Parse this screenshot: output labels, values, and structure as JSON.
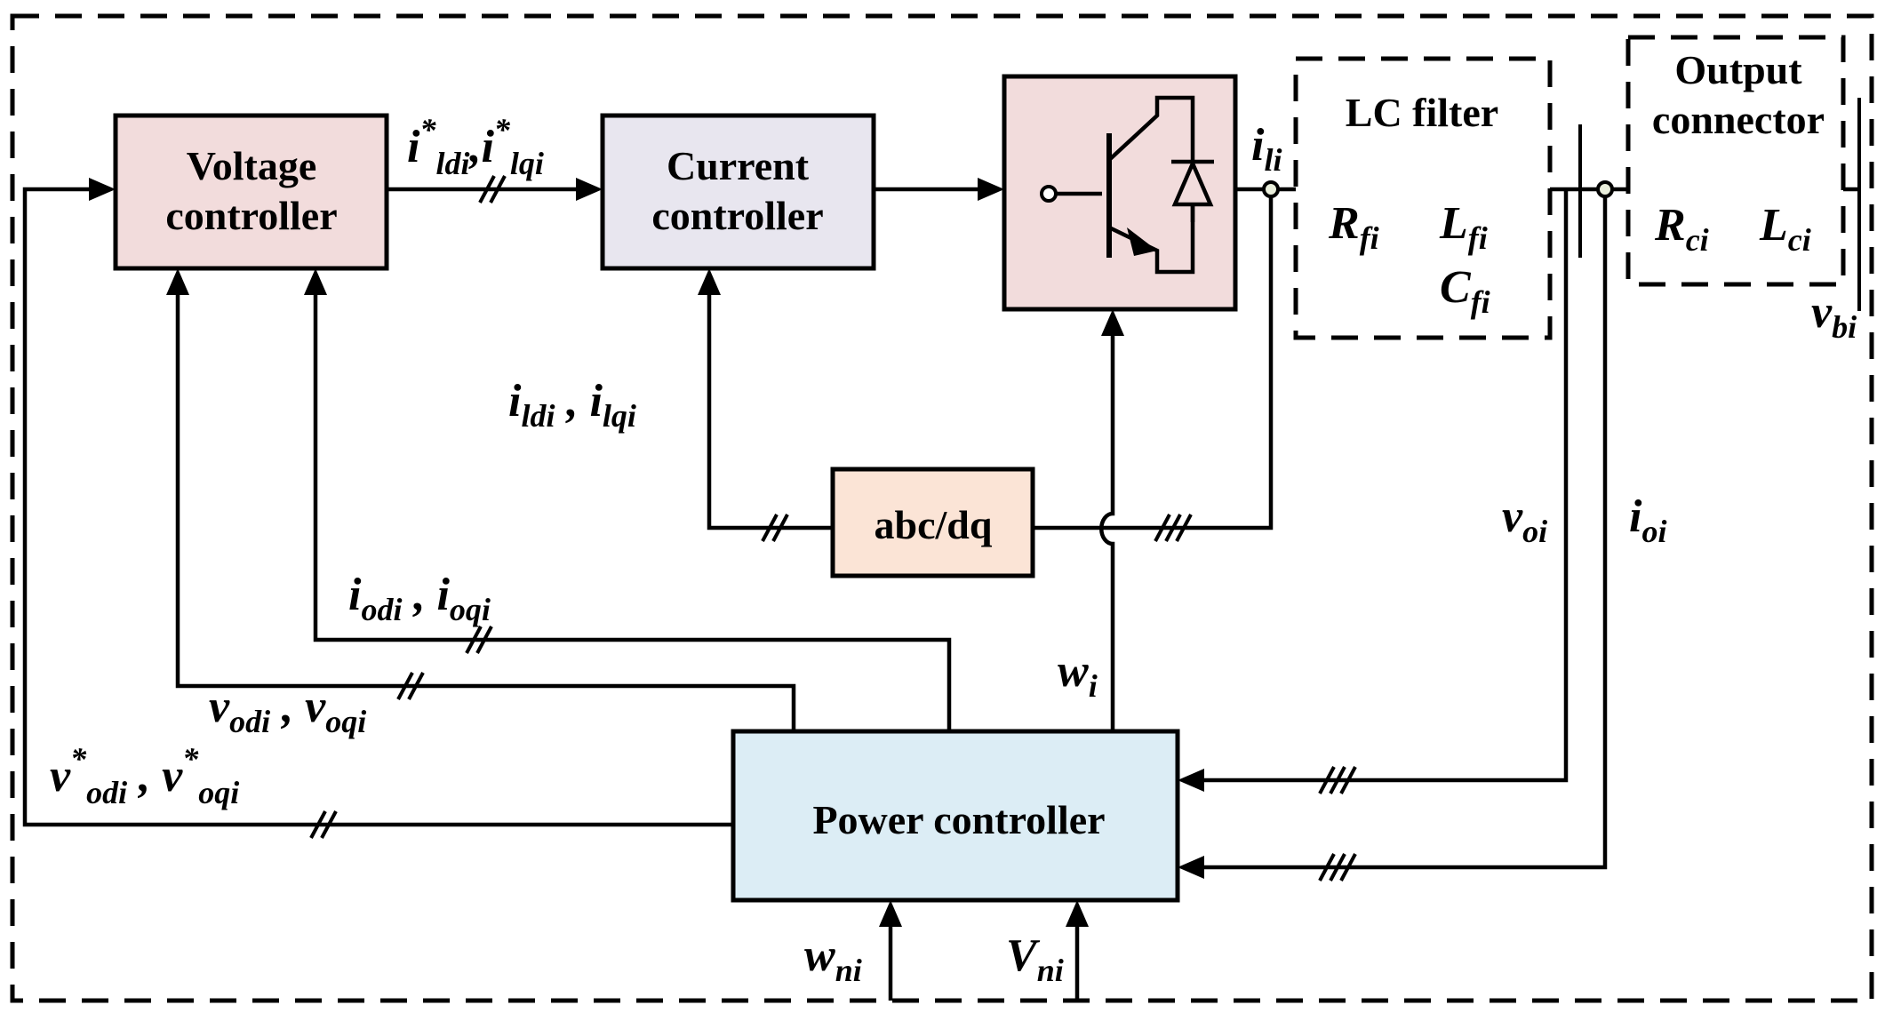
{
  "blocks": {
    "voltage_controller": [
      "Voltage",
      "controller"
    ],
    "current_controller": [
      "Current",
      "controller"
    ],
    "abc_dq": "abc/dq",
    "lc_filter": "LC filter",
    "output_connector": [
      "Output",
      "connector"
    ],
    "power_controller": "Power controller"
  },
  "symbols": {
    "i_ref_d": {
      "base": "i",
      "sup": "*",
      "sub": "ldi"
    },
    "i_ref_q": {
      "base": "i",
      "sup": "*",
      "sub": "lqi"
    },
    "i_l": {
      "base": "i",
      "sub": "li"
    },
    "i_ld": {
      "base": "i",
      "sub": "ldi"
    },
    "i_lq": {
      "base": "i",
      "sub": "lqi"
    },
    "R_f": {
      "base": "R",
      "sub": "fi"
    },
    "L_f": {
      "base": "L",
      "sub": "fi"
    },
    "C_f": {
      "base": "C",
      "sub": "fi"
    },
    "R_c": {
      "base": "R",
      "sub": "ci"
    },
    "L_c": {
      "base": "L",
      "sub": "ci"
    },
    "v_b": {
      "base": "v",
      "sub": "bi"
    },
    "v_o": {
      "base": "v",
      "sub": "oi"
    },
    "i_o": {
      "base": "i",
      "sub": "oi"
    },
    "i_od": {
      "base": "i",
      "sub": "odi"
    },
    "i_oq": {
      "base": "i",
      "sub": "oqi"
    },
    "v_od": {
      "base": "v",
      "sub": "odi"
    },
    "v_oq": {
      "base": "v",
      "sub": "oqi"
    },
    "v_ref_d": {
      "base": "v",
      "sup": "*",
      "sub": "odi"
    },
    "v_ref_q": {
      "base": "v",
      "sup": "*",
      "sub": "oqi"
    },
    "w": {
      "base": "w",
      "sub": "i"
    },
    "w_n": {
      "base": "w",
      "sub": "ni"
    },
    "V_n": {
      "base": "V",
      "sub": "ni"
    }
  },
  "separators": {
    "comma": ",",
    "comma_spaced": " , "
  },
  "colors": {
    "background": "#eaefdc",
    "voltage_block": "#f2dcdc",
    "current_block": "#e8e6ef",
    "inverter_block": "#f2dcdc",
    "abc_block": "#fbe4d6",
    "lc_block": "#dcedf5",
    "output_block": "#fbe4d6",
    "power_block": "#dcedf5"
  },
  "icons": {
    "inverter": "igbt-with-antiparallel-diode-icon"
  }
}
